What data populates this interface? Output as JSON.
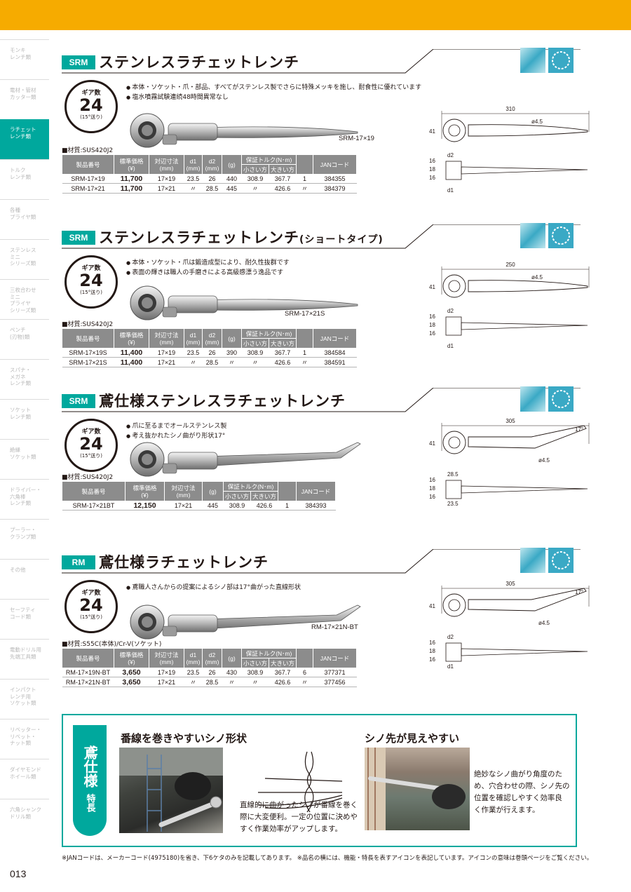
{
  "page_number": "013",
  "sidebar": {
    "items": [
      {
        "label": "モンキ\nレンチ類",
        "active": false
      },
      {
        "label": "電材・管材\nカッター類",
        "active": false
      },
      {
        "label": "ラチェット\nレンチ類",
        "active": true
      },
      {
        "label": "トルク\nレンチ類",
        "active": false
      },
      {
        "label": "各種\nプライヤ類",
        "active": false
      },
      {
        "label": "ステンレス\nミニ\nシリーズ類",
        "active": false
      },
      {
        "label": "三枚合わせ\nミニ\nプライヤ\nシリーズ類",
        "active": false
      },
      {
        "label": "ペンチ\n(刃物)類",
        "active": false
      },
      {
        "label": "スパナ・\nメガネ\nレンチ類",
        "active": false
      },
      {
        "label": "ソケット\nレンチ類",
        "active": false
      },
      {
        "label": "絶縁\nソケット類",
        "active": false
      },
      {
        "label": "ドライバー・\n六角棒\nレンチ類",
        "active": false
      },
      {
        "label": "プーラー・\nクランプ類",
        "active": false
      },
      {
        "label": "その他",
        "active": false
      },
      {
        "label": "セーフティ\nコード類",
        "active": false
      },
      {
        "label": "電動ドリル用\n先端工具類",
        "active": false
      },
      {
        "label": "インパクト\nレンチ用\nソケット類",
        "active": false
      },
      {
        "label": "リベッター・\nリベット・\nナット類",
        "active": false
      },
      {
        "label": "ダイヤモンド\nホイール類",
        "active": false
      },
      {
        "label": "六角シャンク\nドリル類",
        "active": false
      }
    ]
  },
  "badge": {
    "top": "ギア数",
    "num": "24",
    "bottom": "(15°送り)"
  },
  "sections": [
    {
      "tag": "SRM",
      "title": "ステンレスラチェットレンチ",
      "subtitle": "",
      "bullets": [
        "本体・ソケット・爪・部品、すべてがステンレス製でさらに特殊メッキを施し、耐食性に優れています",
        "塩水噴霧試験連続48時間異常なし"
      ],
      "caption": "SRM-17×19",
      "material": "材質:SUS420J2",
      "headers": [
        "製品番号",
        "標準価格\n(¥)",
        "対辺寸法\n(mm)",
        "d1\n(mm)",
        "d2\n(mm)",
        "(g)",
        "小さい方",
        "大きい方",
        "",
        "JANコード"
      ],
      "torque_header": "保証トルク(N･m)",
      "rows": [
        [
          "SRM-17×19",
          "11,700",
          "17×19",
          "23.5",
          "26",
          "440",
          "308.9",
          "367.7",
          "1",
          "384355"
        ],
        [
          "SRM-17×21",
          "11,700",
          "17×21",
          "〃",
          "28.5",
          "445",
          "〃",
          "426.6",
          "〃",
          "384379"
        ]
      ],
      "dims": {
        "length": "310",
        "hole": "ø4.5",
        "h": "41",
        "d2": "d2",
        "d1": "d1",
        "s1": "16",
        "s2": "18",
        "s3": "16"
      }
    },
    {
      "tag": "SRM",
      "title": "ステンレスラチェットレンチ",
      "subtitle": "(ショートタイプ)",
      "bullets": [
        "本体・ソケット・爪は鍛造成型により、耐久性抜群です",
        "表面の輝きは職人の手磨きによる高級感漂う逸品です"
      ],
      "caption": "SRM-17×21S",
      "material": "材質:SUS420J2",
      "headers": [
        "製品番号",
        "標準価格\n(¥)",
        "対辺寸法\n(mm)",
        "d1\n(mm)",
        "d2\n(mm)",
        "(g)",
        "小さい方",
        "大きい方",
        "",
        "JANコード"
      ],
      "torque_header": "保証トルク(N･m)",
      "rows": [
        [
          "SRM-17×19S",
          "11,400",
          "17×19",
          "23.5",
          "26",
          "390",
          "308.9",
          "367.7",
          "1",
          "384584"
        ],
        [
          "SRM-17×21S",
          "11,400",
          "17×21",
          "〃",
          "28.5",
          "〃",
          "〃",
          "426.6",
          "〃",
          "384591"
        ]
      ],
      "dims": {
        "length": "250",
        "hole": "ø4.5",
        "h": "41",
        "d2": "d2",
        "d1": "d1",
        "s1": "16",
        "s2": "18",
        "s3": "16"
      }
    },
    {
      "tag": "SRM",
      "title": "鳶仕様ステンレスラチェットレンチ",
      "subtitle": "",
      "bullets": [
        "爪に至るまでオールステンレス製",
        "考え抜かれたシノ曲がり形状17°"
      ],
      "caption": "",
      "material": "材質:SUS420J2",
      "headers": [
        "製品番号",
        "標準価格\n(¥)",
        "対辺寸法\n(mm)",
        "(g)",
        "小さい方",
        "大きい方",
        "",
        "JANコード"
      ],
      "torque_header": "保証トルク(N･m)",
      "rows": [
        [
          "SRM-17×21BT",
          "12,150",
          "17×21",
          "445",
          "308.9",
          "426.6",
          "1",
          "384393"
        ]
      ],
      "dims": {
        "length": "305",
        "hole": "ø4.5",
        "h": "41",
        "angle": "17°",
        "d2": "28.5",
        "d1": "23.5",
        "s1": "16",
        "s2": "18",
        "s3": "16"
      }
    },
    {
      "tag": "RM",
      "title": "鳶仕様ラチェットレンチ",
      "subtitle": "",
      "bullets": [
        "鳶職人さんからの提案によるシノ部は17°曲がった直線形状"
      ],
      "caption": "RM-17×21N-BT",
      "material": "材質:S55C(本体)/Cr-V(ソケット)",
      "headers": [
        "製品番号",
        "標準価格\n(¥)",
        "対辺寸法\n(mm)",
        "d1\n(mm)",
        "d2\n(mm)",
        "(g)",
        "小さい方",
        "大きい方",
        "",
        "JANコード"
      ],
      "torque_header": "保証トルク(N･m)",
      "rows": [
        [
          "RM-17×19N-BT",
          "3,650",
          "17×19",
          "23.5",
          "26",
          "430",
          "308.9",
          "367.7",
          "6",
          "377371"
        ],
        [
          "RM-17×21N-BT",
          "3,650",
          "17×21",
          "〃",
          "28.5",
          "〃",
          "〃",
          "426.6",
          "〃",
          "377456"
        ]
      ],
      "dims": {
        "length": "305",
        "hole": "ø4.5",
        "h": "41",
        "angle": "17°",
        "d2": "d2",
        "d1": "d1",
        "s1": "16",
        "s2": "18",
        "s3": "16"
      }
    }
  ],
  "feature_box": {
    "label_main": "鳶仕様",
    "label_sub": "特長",
    "left_heading": "番線を巻きやすいシノ形状",
    "left_text": "直線的に曲がったシノが番線を巻く\n際に大変便利。一定の位置に決めや\nすく作業効率がアップします。",
    "right_heading": "シノ先が見えやすい",
    "right_text": "絶妙なシノ曲がり角度のた\nめ、穴合わせの際、シノ先の\n位置を確認しやすく効率良\nく作業が行えます。"
  },
  "footnote": "※JANコードは、メーカーコード(4975180)を省き、下6ケタのみを記載してあります。 ※品名の横には、機能・特長を表すアイコンを表記しています。アイコンの意味は巻頭ページをご覧ください。",
  "colors": {
    "accent": "#00a89d",
    "topbar": "#f6ab00",
    "table_header": "#8c8c8c"
  }
}
